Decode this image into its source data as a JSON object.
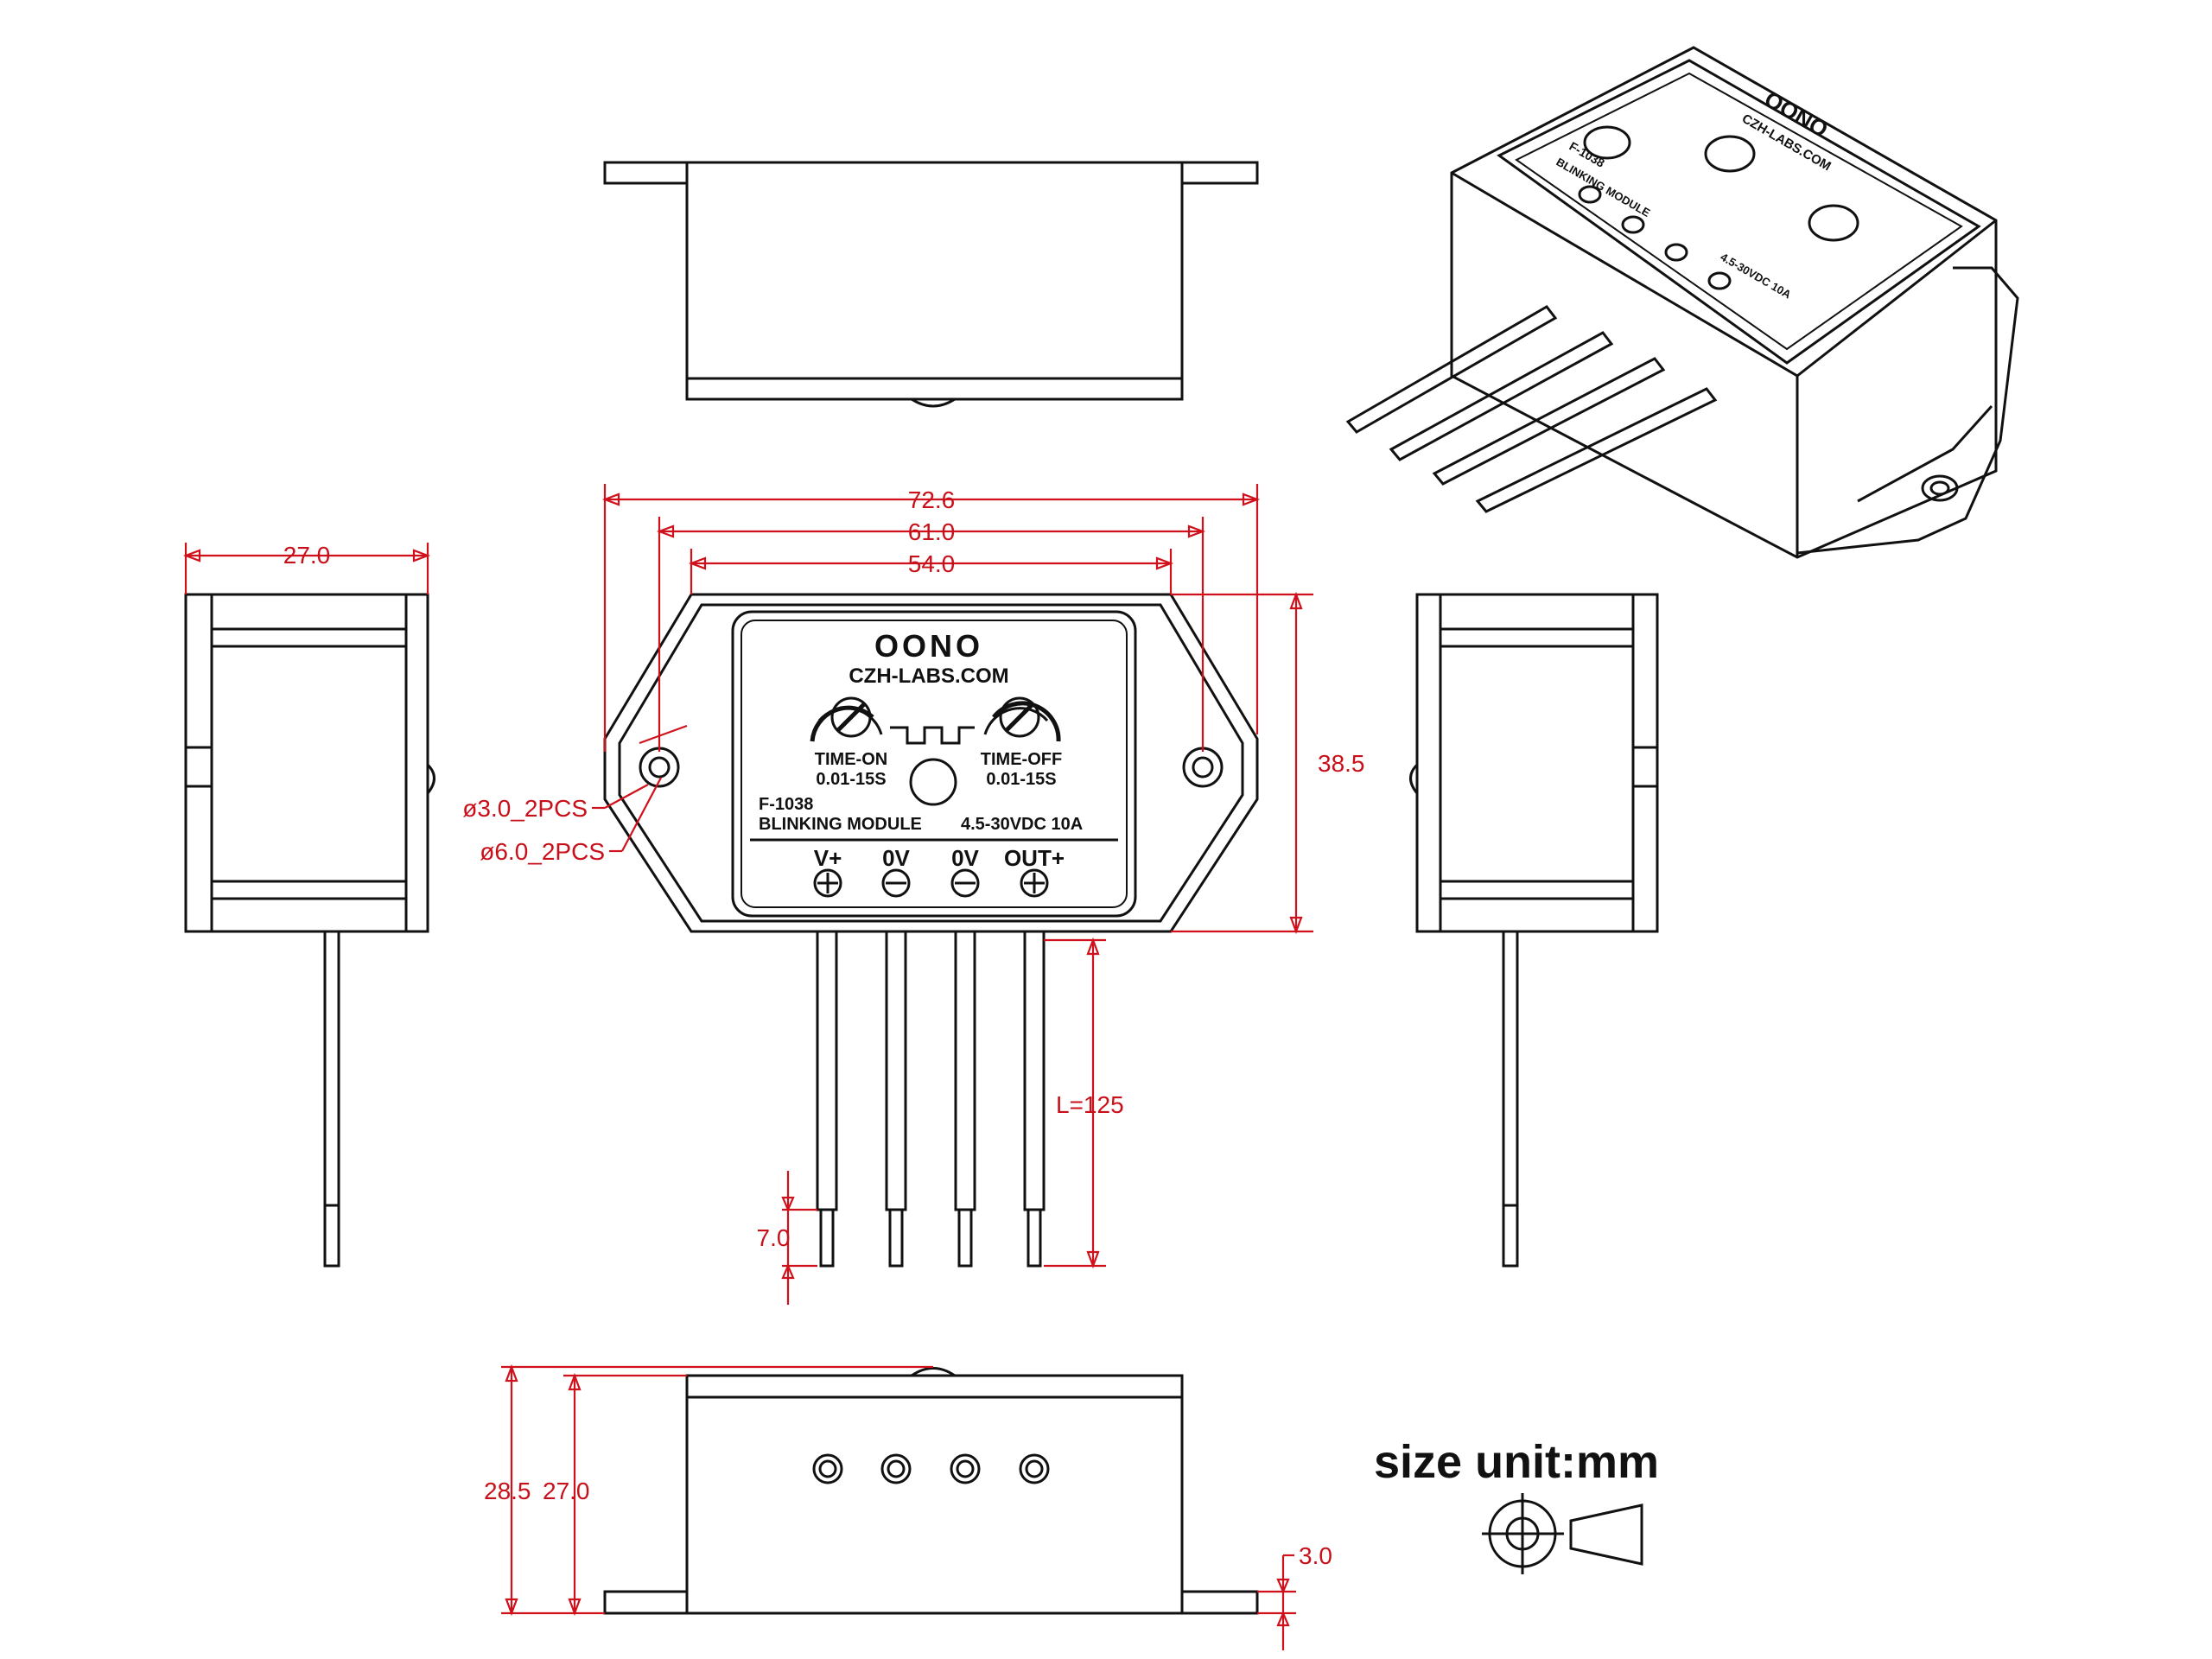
{
  "product": {
    "brand": "OONO",
    "website": "CZH-LABS.COM",
    "time_on_label": "TIME-ON",
    "time_on_range": "0.01-15S",
    "time_off_label": "TIME-OFF",
    "time_off_range": "0.01-15S",
    "model": "F-1038",
    "module_name": "BLINKING MODULE",
    "rating": "4.5-30VDC 10A",
    "terminals": [
      "V+",
      "0V",
      "0V",
      "OUT+"
    ]
  },
  "dimensions": {
    "overall_width": "72.6",
    "hole_spacing": "61.0",
    "body_width": "54.0",
    "side_width": "27.0",
    "height": "38.5",
    "hole_small": "ø3.0_2PCS",
    "hole_large": "ø6.0_2PCS",
    "wire_length": "L=125",
    "strip_length": "7.0",
    "total_depth": "28.5",
    "body_depth": "27.0",
    "flange_thickness": "3.0"
  },
  "legend": {
    "unit_text": "size unit:mm"
  },
  "colors": {
    "line": "#111111",
    "dimension": "#d0101a",
    "background": "#ffffff"
  }
}
